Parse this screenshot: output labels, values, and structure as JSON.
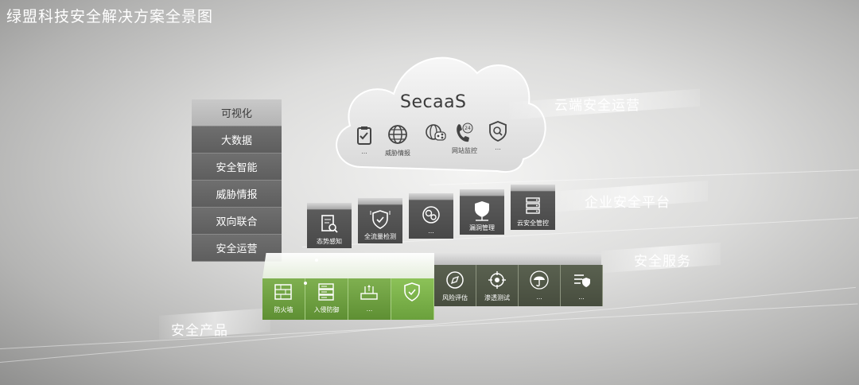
{
  "title": "绿盟科技安全解决方案全景图",
  "cloud": {
    "label": "SecaaS",
    "icons": [
      {
        "name": "clipboard-check-icon",
        "caption": "..."
      },
      {
        "name": "globe-icon",
        "caption": "威胁情报"
      },
      {
        "name": "cloud-share-icon",
        "caption": ""
      },
      {
        "name": "phone-24-icon",
        "caption": "网站监控"
      },
      {
        "name": "shield-search-icon",
        "caption": "..."
      }
    ]
  },
  "layers": {
    "cloud_ops": "云端安全运营",
    "enterprise_platform": "企业安全平台",
    "security_services": "安全服务",
    "security_products": "安全产品"
  },
  "stack": [
    "可视化",
    "大数据",
    "安全智能",
    "威胁情报",
    "双向联合",
    "安全运营"
  ],
  "platform": [
    {
      "name": "doc-search-icon",
      "caption": "态势感知"
    },
    {
      "name": "shield-scan-icon",
      "caption": "全流量检测"
    },
    {
      "name": "gears-icon",
      "caption": "..."
    },
    {
      "name": "shield-network-icon",
      "caption": "漏洞管理"
    },
    {
      "name": "server-stack-icon",
      "caption": "云安全管控"
    }
  ],
  "products": [
    {
      "name": "firewall-icon",
      "caption": "防火墙"
    },
    {
      "name": "server-icon",
      "caption": "入侵防御"
    },
    {
      "name": "network-device-icon",
      "caption": "..."
    },
    {
      "name": "shield-check-icon",
      "caption": ""
    }
  ],
  "services": [
    {
      "name": "compass-icon",
      "caption": "风险评估"
    },
    {
      "name": "target-icon",
      "caption": "渗透测试"
    },
    {
      "name": "umbrella-icon",
      "caption": "..."
    },
    {
      "name": "doc-shield-icon",
      "caption": "..."
    }
  ],
  "colors": {
    "product_green": "#6fa043",
    "service_olive": "#525a47",
    "platform_dark": "#505050"
  }
}
